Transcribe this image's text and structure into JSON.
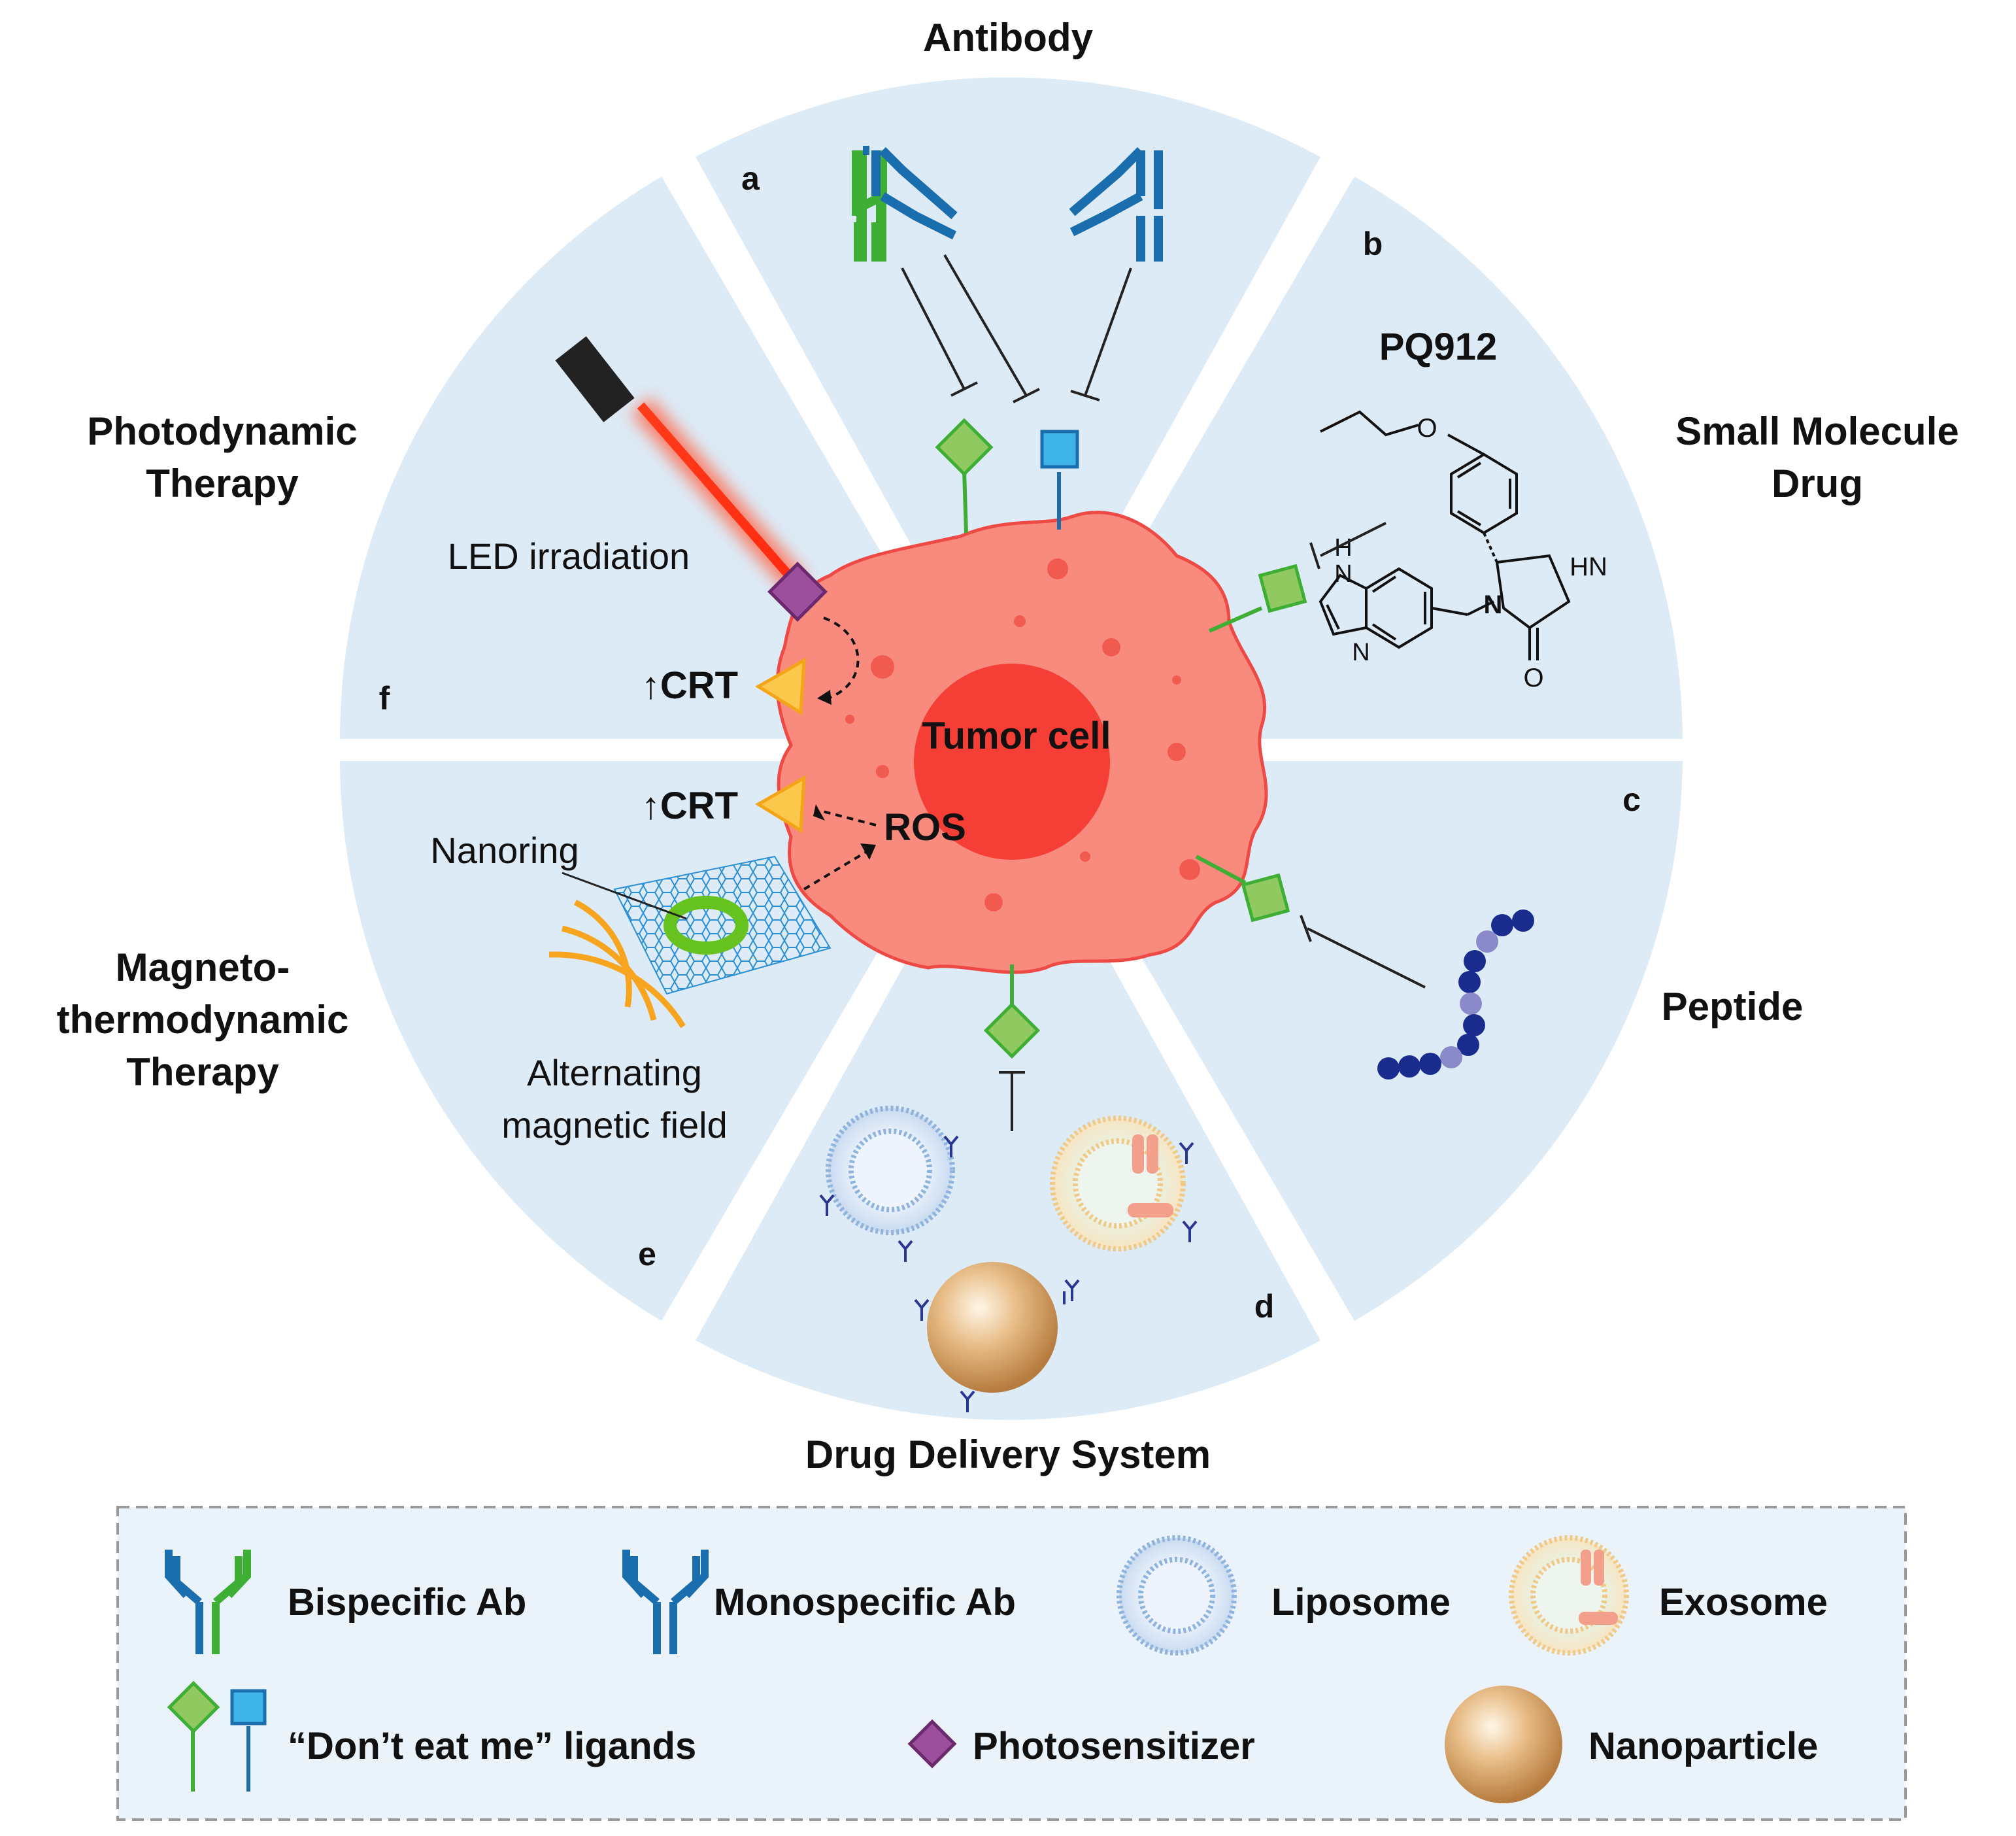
{
  "colors": {
    "sector_fill": "#dcebf6",
    "tumor": "#f98a7e",
    "tumor_edge": "#ee4a45",
    "nucleus": "#f53e35",
    "green": "#7cc241",
    "green_dark": "#3fae35",
    "blue": "#1b6eae",
    "cyan": "#3fb4e6",
    "purple": "#9b4f9d",
    "yellow": "#fcc84b",
    "laser": "#ff2d12",
    "peptide_dark": "#1a2d8f",
    "peptide_light": "#8a89c9",
    "nanoparticle": "#cf9a5c"
  },
  "sectors": {
    "a": {
      "letter": "a",
      "title": "Antibody"
    },
    "b": {
      "letter": "b",
      "title_line1": "Small Molecule",
      "title_line2": "Drug",
      "compound": "PQ912"
    },
    "c": {
      "letter": "c",
      "title": "Peptide"
    },
    "d": {
      "letter": "d",
      "title": "Drug Delivery System"
    },
    "e": {
      "letter": "e",
      "title_line1": "Magneto-",
      "title_line2": "thermodynamic",
      "title_line3": "Therapy",
      "nanoring": "Nanoring",
      "field_line1": "Alternating",
      "field_line2": "magnetic field"
    },
    "f": {
      "letter": "f",
      "title_line1": "Photodynamic",
      "title_line2": "Therapy",
      "led": "LED irradiation"
    }
  },
  "center": {
    "tumor_label": "Tumor cell",
    "crt_upper": "↑CRT",
    "crt_lower": "↑CRT",
    "ros": "ROS"
  },
  "molecule": {
    "o_top": "O",
    "n_ring": "N",
    "hn": "HN",
    "o_carbonyl": "O",
    "h": "H",
    "n_imid_top": "N",
    "n_imid_bottom": "N"
  },
  "legend": {
    "bispecific": "Bispecific Ab",
    "monospecific": "Monospecific Ab",
    "liposome": "Liposome",
    "exosome": "Exosome",
    "ligands": "“Don’t eat me” ligands",
    "photosensitizer": "Photosensitizer",
    "nanoparticle": "Nanoparticle"
  }
}
